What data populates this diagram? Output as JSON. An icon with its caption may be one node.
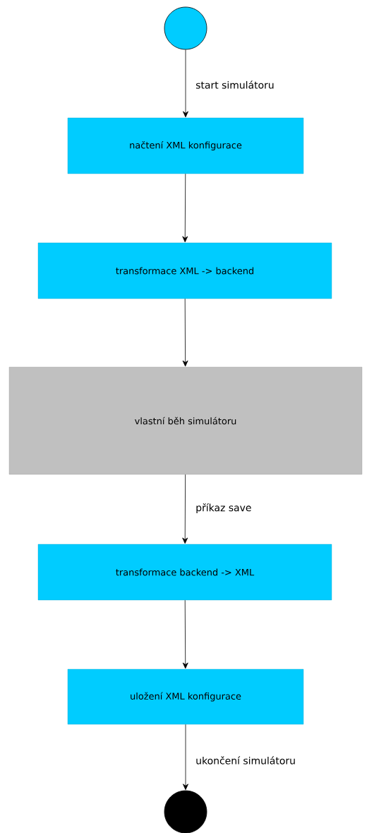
{
  "diagram": {
    "nodes": [
      {
        "text": [],
        "shape": "circle"
      },
      {
        "text": [
          "načtení XML konfigurace"
        ]
      },
      {
        "text": [
          "transformace XML -> backend"
        ]
      },
      {
        "text": [
          "vlastní běh simulátoru"
        ]
      },
      {
        "text": [
          "transformace backend -> XML"
        ]
      },
      {
        "text": [
          "uložení XML konfigurace"
        ]
      },
      {
        "text": [],
        "shape": "circle"
      }
    ],
    "edges": [
      {
        "from": 0,
        "to": 1,
        "arrow": "to",
        "label": "start simulátoru"
      },
      {
        "from": 1,
        "to": 2,
        "arrow": "to"
      },
      {
        "from": 2,
        "to": 3,
        "arrow": "to"
      },
      {
        "from": 3,
        "to": 4,
        "arrow": "to",
        "label": "příkaz save"
      },
      {
        "from": 4,
        "to": 5,
        "arrow": "to"
      },
      {
        "from": 5,
        "to": 6,
        "arrow": "to",
        "label": "ukončení simulátoru"
      }
    ]
  }
}
